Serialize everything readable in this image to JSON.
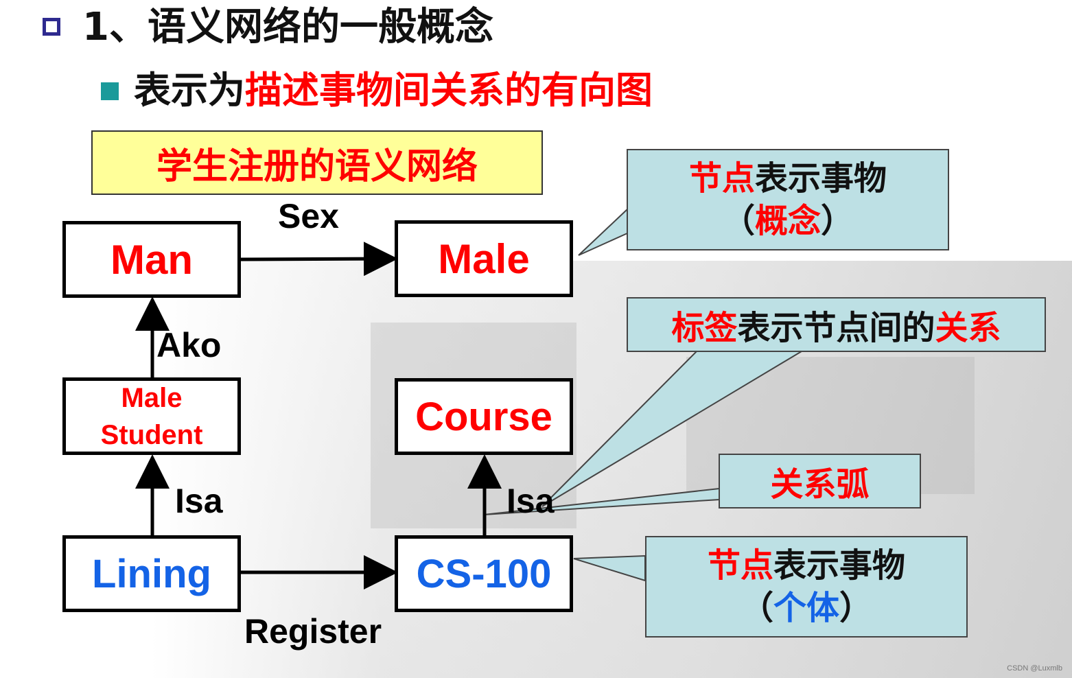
{
  "heading": {
    "number": "1、",
    "text": "语义网络的一般概念"
  },
  "subheading": {
    "prefix": "表示为",
    "highlight": "描述事物间关系的有向图"
  },
  "title_box": "学生注册的语义网络",
  "nodes": {
    "man": "Man",
    "male": "Male",
    "male_student_line1": "Male",
    "male_student_line2": "Student",
    "course": "Course",
    "lining": "Lining",
    "cs100": "CS-100"
  },
  "edges": {
    "sex": "Sex",
    "ako": "Ako",
    "isa_left": "Isa",
    "isa_right": "Isa",
    "register": "Register"
  },
  "callouts": {
    "concept": {
      "red": "节点",
      "black": "表示事物",
      "paren_open": "（",
      "inner": "概念",
      "paren_close": "）"
    },
    "relation_label": {
      "red1": "标签",
      "black": "表示节点间的",
      "red2": "关系"
    },
    "arc": {
      "text": "关系弧"
    },
    "individual": {
      "red": "节点",
      "black": "表示事物",
      "paren_open": "（",
      "inner": "个体",
      "paren_close": "）"
    }
  },
  "watermark": "CSDN @Luxmlb",
  "colors": {
    "red": "#ff0000",
    "blue": "#1463e6",
    "callout_fill": "#bde0e4",
    "title_fill": "#ffff99"
  }
}
